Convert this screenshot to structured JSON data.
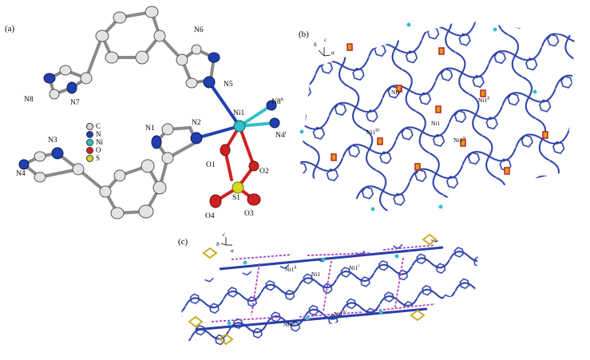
{
  "panels": {
    "a": {
      "letter": "(a)",
      "atoms": [
        "N6",
        "N5",
        "N8",
        "N7",
        "Ni1",
        "N8",
        "ii",
        "N2",
        "N1",
        "N3",
        "N4",
        "O1",
        "O2",
        "S1",
        "O4",
        "O3",
        "N4",
        "i"
      ],
      "legend": [
        {
          "symbol": "C",
          "color": "#d8d8d8"
        },
        {
          "symbol": "N",
          "color": "#2040b0"
        },
        {
          "symbol": "Ni",
          "color": "#30c0c8"
        },
        {
          "symbol": "O",
          "color": "#d02020"
        },
        {
          "symbol": "S",
          "color": "#d8d820"
        }
      ]
    },
    "b": {
      "letter": "(b)",
      "axes": {
        "b": "b",
        "c": "c",
        "a": "a"
      },
      "labels": [
        {
          "base": "Ni1",
          "sup": "i"
        },
        {
          "base": "Ni1",
          "sup": "ii"
        },
        {
          "base": "Ni1",
          "sup": ""
        },
        {
          "base": "Ni1",
          "sup": "iii"
        },
        {
          "base": "Ni1",
          "sup": "iv"
        }
      ]
    },
    "c": {
      "letter": "(c)",
      "axes": {
        "b": "b",
        "c": "c",
        "a": "a"
      },
      "labels": [
        {
          "base": "Ni1",
          "sup": "ii"
        },
        {
          "base": "Ni1",
          "sup": ""
        },
        {
          "base": "Ni1",
          "sup": "i"
        },
        {
          "base": "Ni1",
          "sup": "iii"
        },
        {
          "base": "Ni1",
          "sup": "iv"
        }
      ]
    }
  },
  "colors": {
    "carbon": "#d8d8d8",
    "nitrogen": "#2040b0",
    "nickel": "#30c0c8",
    "oxygen": "#d02020",
    "sulfur": "#d8d820",
    "framework": "#2a3fa8",
    "hbond": "#b040c0"
  }
}
